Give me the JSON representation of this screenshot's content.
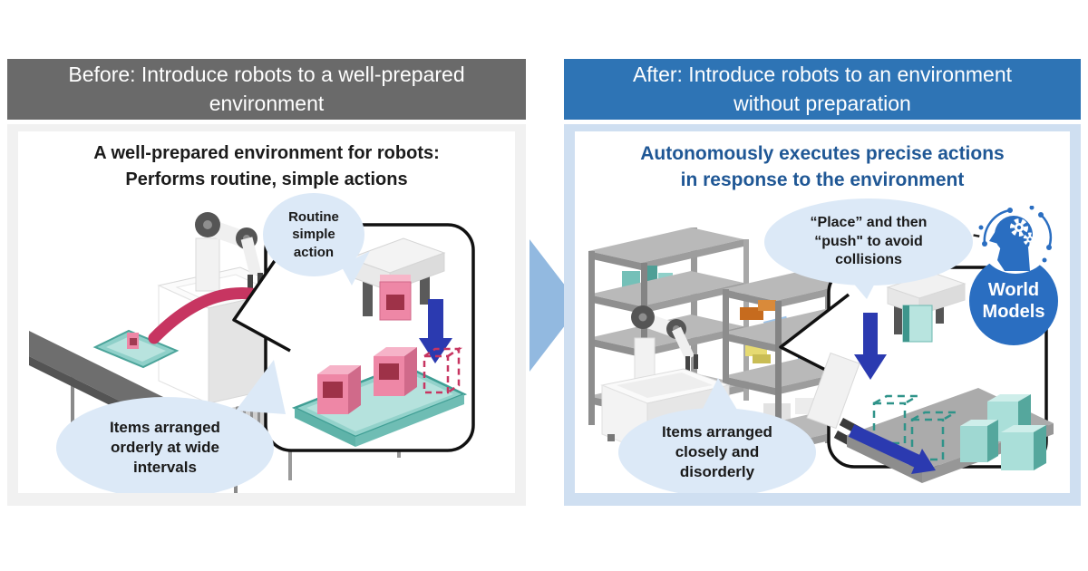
{
  "left_panel": {
    "header": "Before: Introduce robots to a well-prepared\nenvironment",
    "title": "A well-prepared environment for robots:\nPerforms routine, simple actions",
    "bubble_action": "Routine\nsimple\naction",
    "bubble_items": "Items arranged\norderly at wide\nintervals"
  },
  "right_panel": {
    "header": "After: Introduce robots to an environment\nwithout preparation",
    "title": "Autonomously executes precise actions\nin response to the environment",
    "bubble_action": "“Place” and then\n“push\" to avoid\ncollisions",
    "bubble_items": "Items arranged\nclosely and\ndisorderly",
    "badge": "World\nModels"
  },
  "colors": {
    "before_header_bg": "#6a6a6a",
    "after_header_bg": "#2e74b5",
    "after_title_text": "#1f5795",
    "bubble_bg": "#dce9f7",
    "transition_arrow": "#92b9e0",
    "action_arrow_blue": "#2b3ab0",
    "move_arrow_red": "#c73561",
    "tray_teal": "#8fd0c9",
    "item_pink": "#ee87a6",
    "badge_blue": "#2a6ec1"
  }
}
